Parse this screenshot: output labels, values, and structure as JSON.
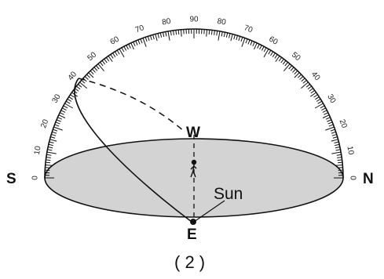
{
  "directions": {
    "south": "S",
    "north": "N",
    "west": "W",
    "east": "E"
  },
  "sun_label": "Sun",
  "caption": "( 2 )",
  "scale_labels_left": [
    "0",
    "10",
    "20",
    "30",
    "40",
    "50",
    "60",
    "70",
    "80"
  ],
  "scale_label_top": "90",
  "scale_labels_right": [
    "80",
    "70",
    "60",
    "50",
    "40",
    "30",
    "20",
    "10",
    "0"
  ],
  "colors": {
    "ground": "#d3d3d3",
    "ink": "#111111"
  }
}
